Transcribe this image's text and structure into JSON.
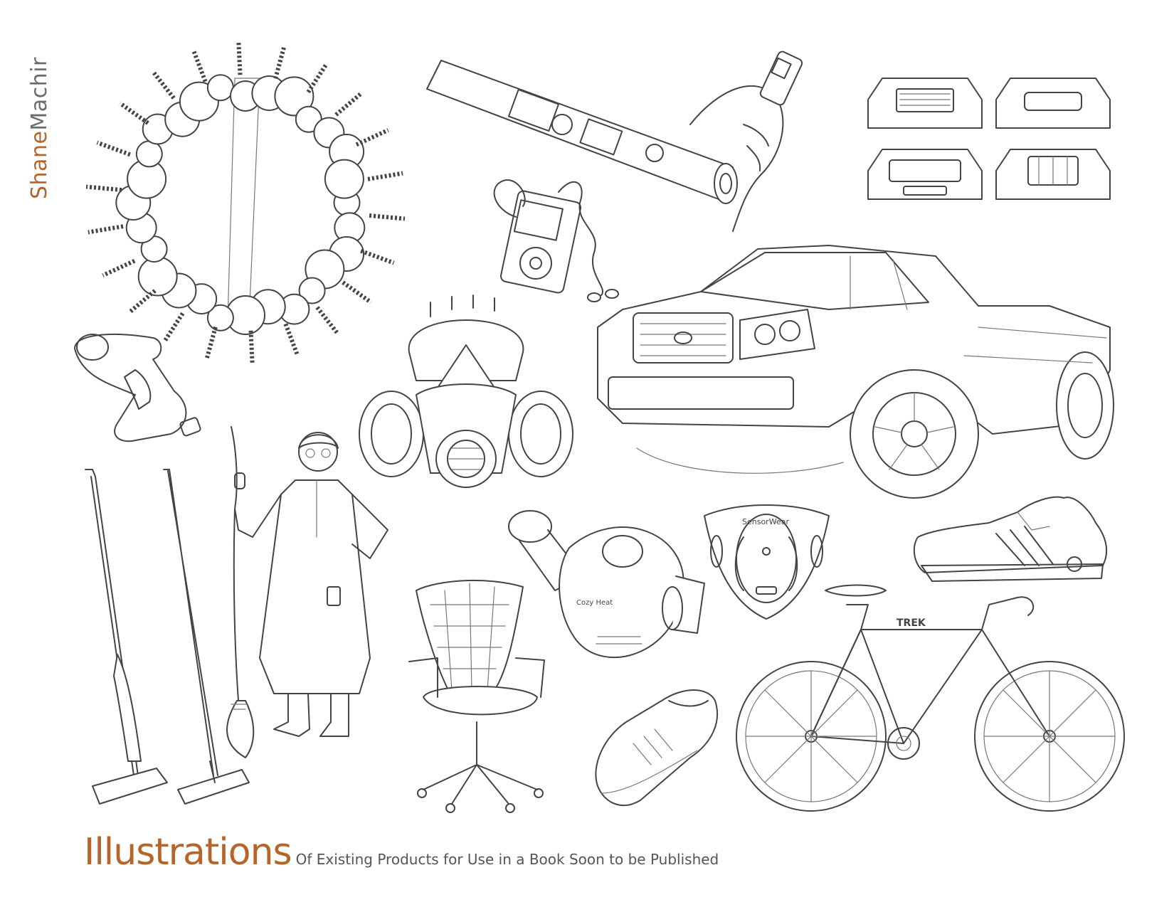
{
  "artist": {
    "first_name": "Shane",
    "last_name": "Machir"
  },
  "caption": {
    "title": "Illustrations",
    "subtitle": "Of Existing Products for Use in a Book Soon to be Published"
  },
  "logo_text": {
    "sensor_mask": "SensorWear",
    "air_purifier": "Cozy Heat",
    "bicycle": "TREK"
  },
  "sketches": [
    "bead-ring-sketch",
    "tube-device-sketch",
    "truck-grilles-sketch",
    "mp3-player-sketch",
    "gas-mask-sketch",
    "pickup-truck-sketch",
    "hair-dryer-sketch",
    "mops-sketch",
    "wizard-figure-sketch",
    "office-chair-sketch",
    "air-purifier-sketch",
    "sensor-mask-sketch",
    "running-shoe-sketch",
    "sneaker-sketch",
    "road-bicycle-sketch"
  ],
  "colors": {
    "accent": "#b5642a",
    "ink": "#444444",
    "caption_gray": "#555555",
    "background": "#ffffff"
  }
}
